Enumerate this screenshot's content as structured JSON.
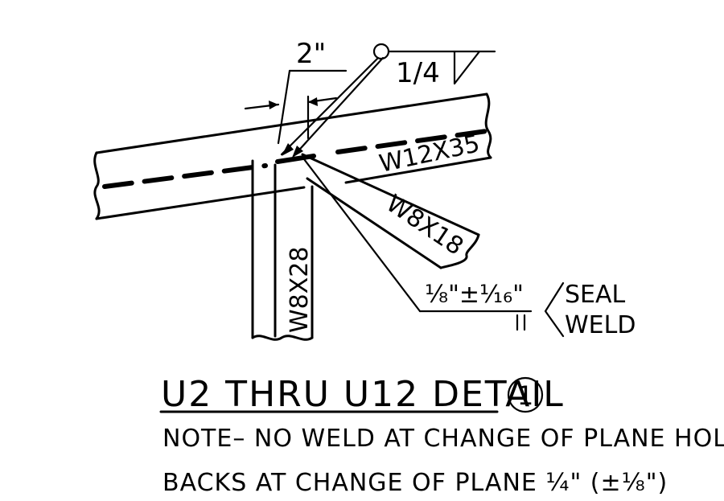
{
  "drawing": {
    "dimension_label": "2\"",
    "weld_symbol_size": "1/4",
    "members": {
      "top_chord": "W12X35",
      "diagonal": "W8X18",
      "vertical": "W8X28"
    },
    "seal_weld": {
      "size": "⅛\"±¹⁄₁₆\"",
      "label_line1": "SEAL",
      "label_line2": "WELD"
    },
    "detail_title": "U2 THRU U12 DETAIL",
    "detail_number": "1",
    "note_line1": "NOTE– NO WELD AT CHANGE OF PLANE HOLD",
    "note_line2": "BACKS AT CHANGE OF PLANE ¼\" (±⅛\")"
  }
}
